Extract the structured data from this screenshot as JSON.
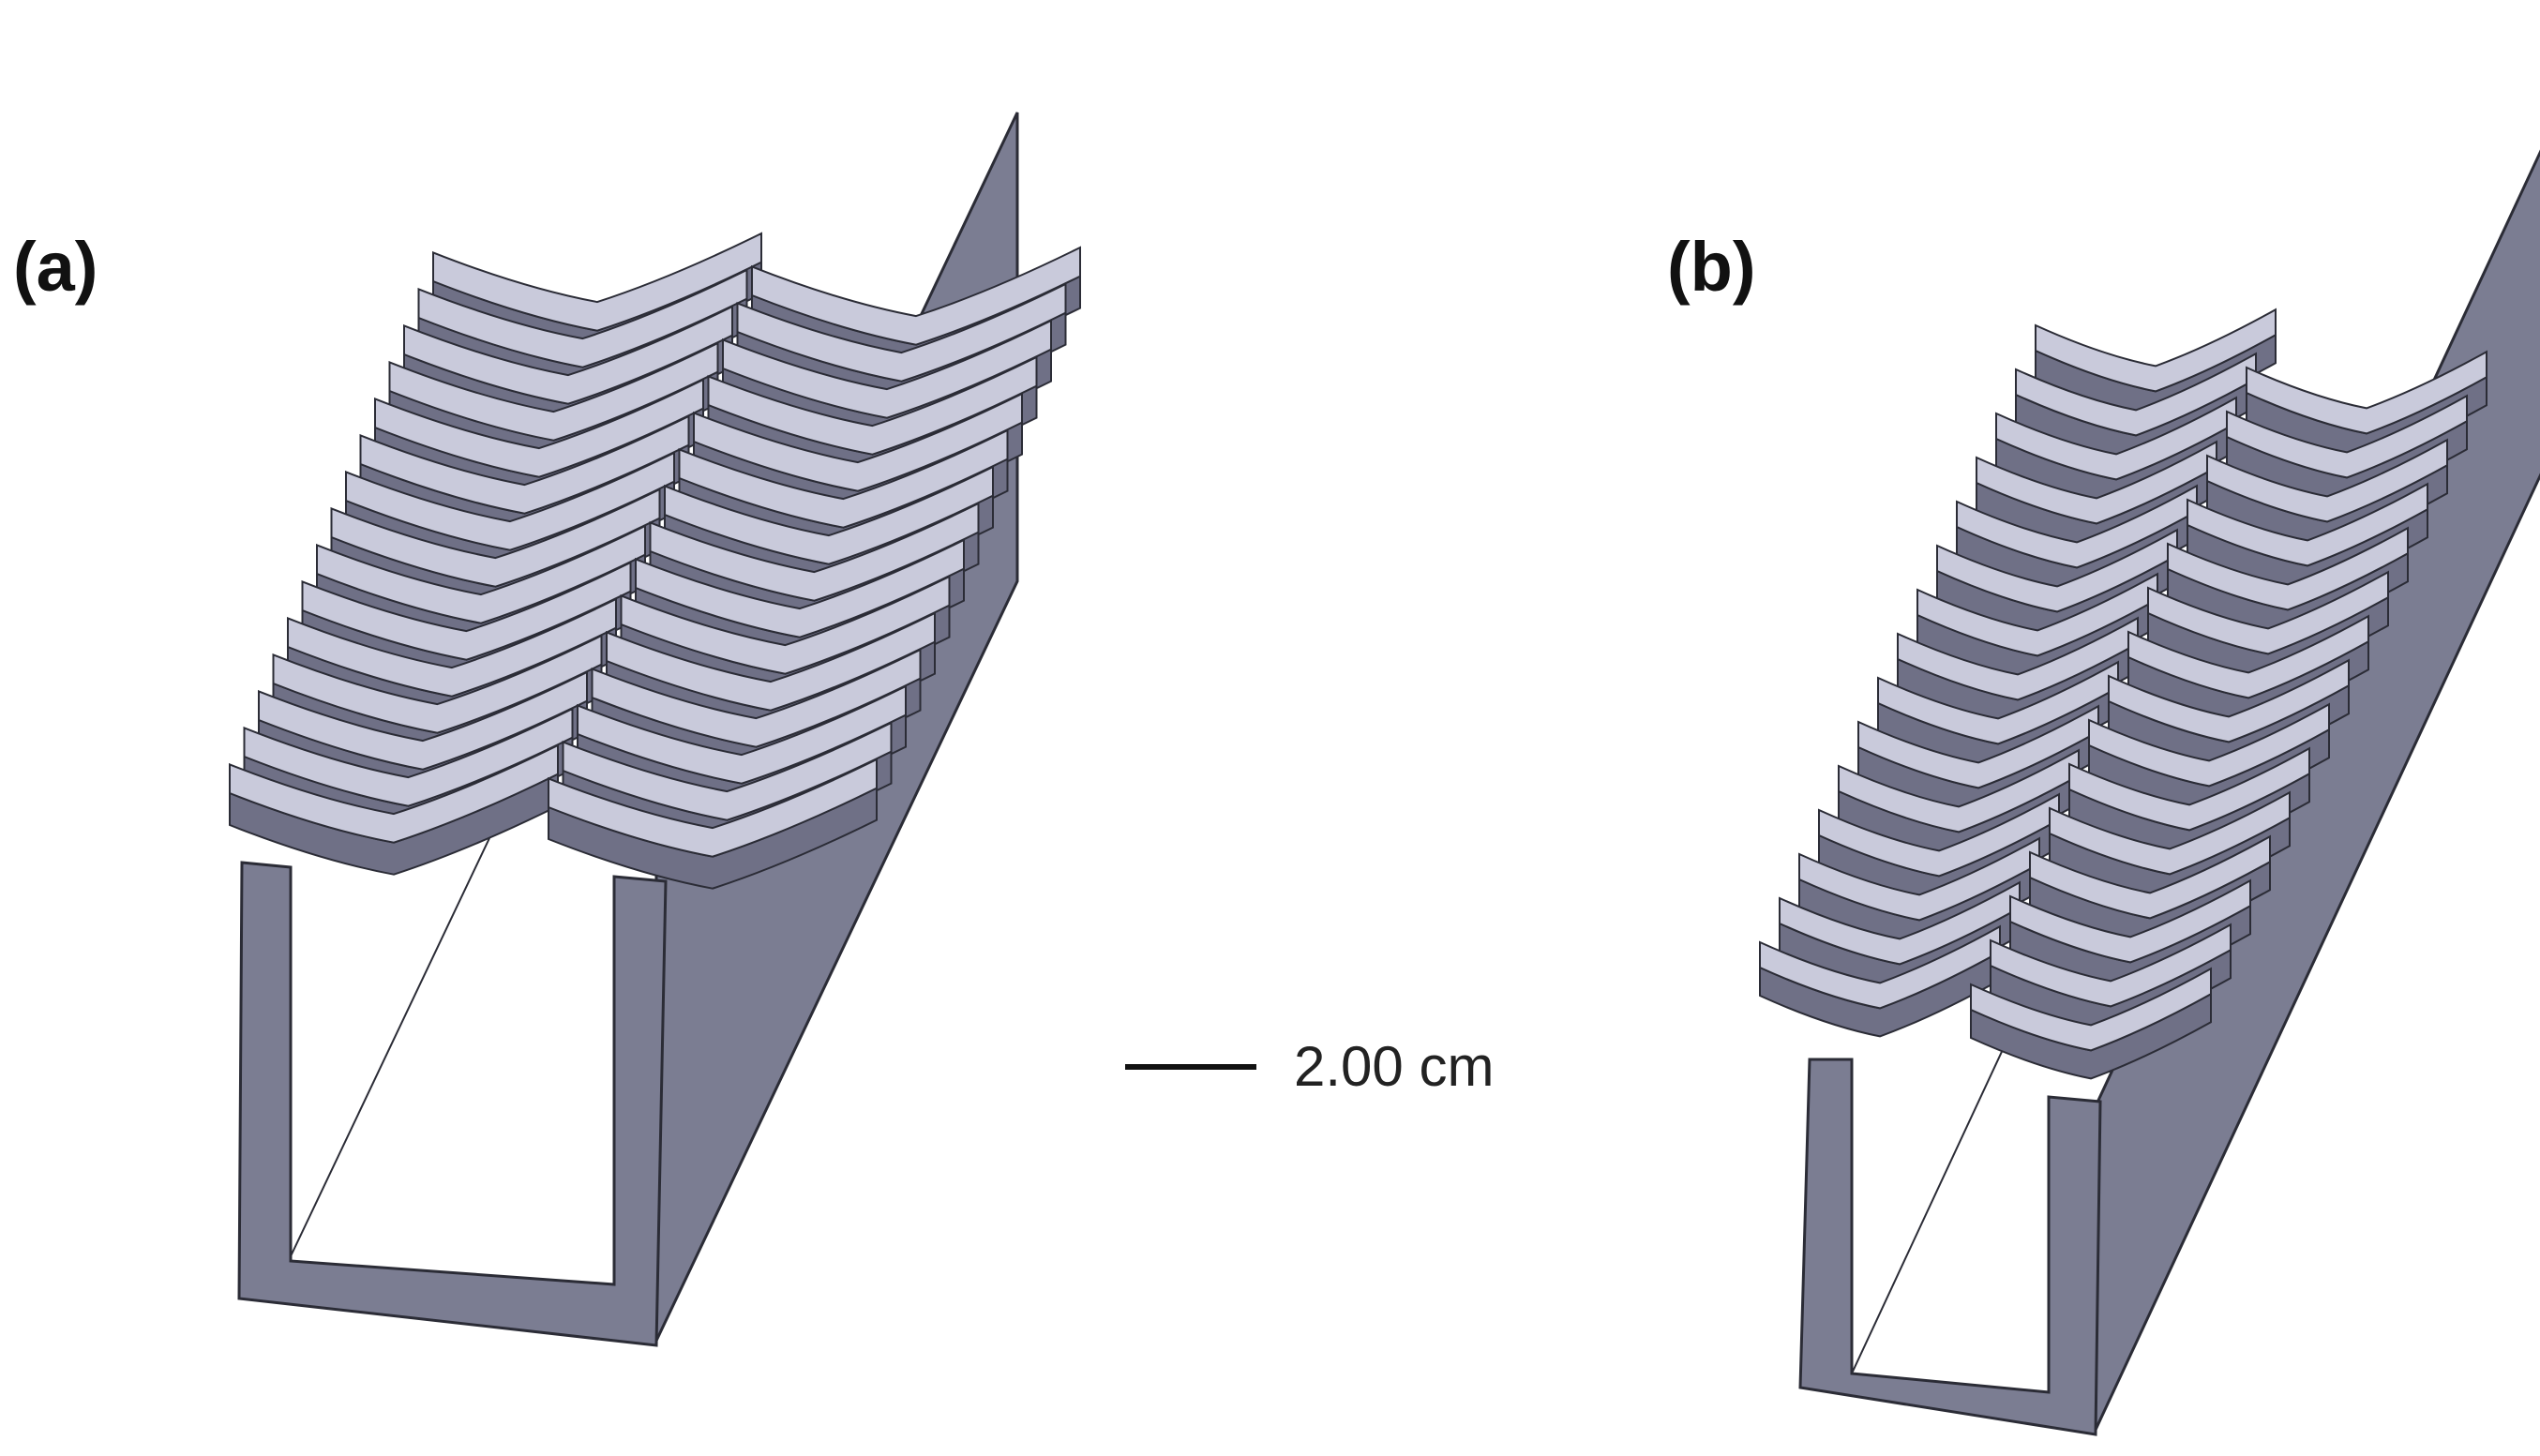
{
  "panels": {
    "a": {
      "label": "(a)"
    },
    "b": {
      "label": "(b)"
    }
  },
  "scale_bar": {
    "text": "2.00 cm"
  },
  "colors": {
    "background": "#ffffff",
    "fin_top": "#c9cadb",
    "fin_side": "#6f7086",
    "channel_outer": "#7b7d92",
    "channel_inner_a": "#e3e4f6",
    "channel_inner_b": "#f1f7fc",
    "edge": "#2b2c36"
  },
  "figure": {
    "a": {
      "fin_rows": 15,
      "fin_columns": 2
    },
    "b": {
      "fin_rows": 15,
      "fin_columns": 2
    }
  }
}
